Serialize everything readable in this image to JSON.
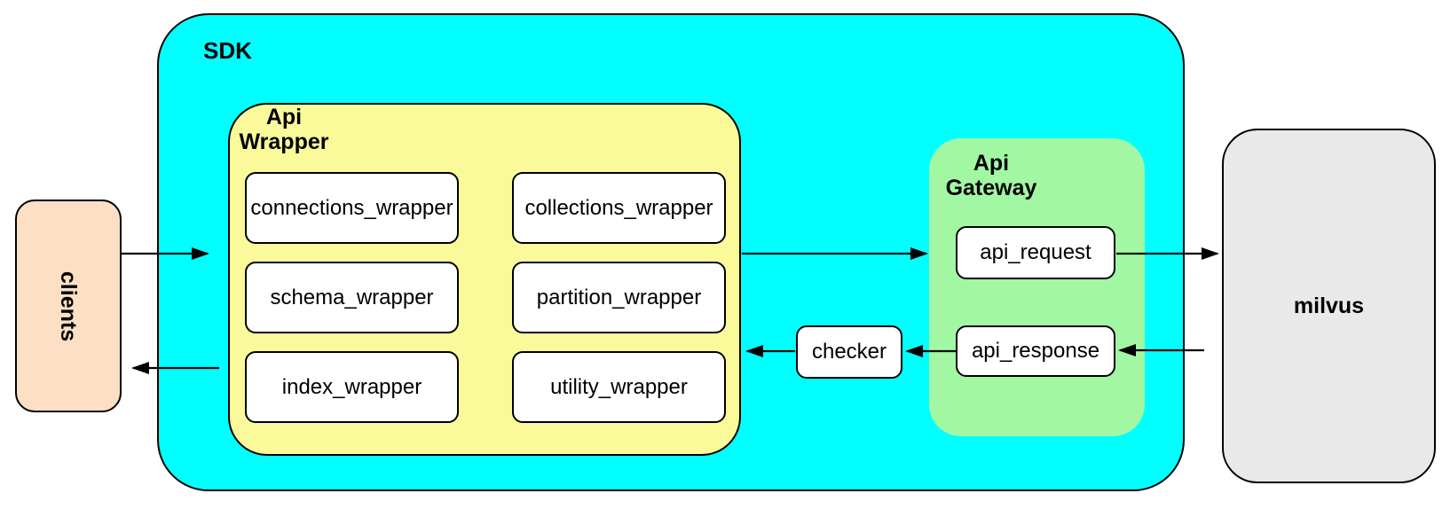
{
  "sdk": {
    "label": "SDK",
    "fill": "#00FFFF"
  },
  "api_wrapper": {
    "label": "Api\nWrapper",
    "fill": "#FAFA9B",
    "items": [
      {
        "label": "connections_wrapper"
      },
      {
        "label": "schema_wrapper"
      },
      {
        "label": "index_wrapper"
      },
      {
        "label": "collections_wrapper"
      },
      {
        "label": "partition_wrapper"
      },
      {
        "label": "utility_wrapper"
      }
    ]
  },
  "api_gateway": {
    "label": "Api\nGateway",
    "fill": "#A2F8A2",
    "request_label": "api_request",
    "response_label": "api_response"
  },
  "checker": {
    "label": "checker"
  },
  "clients": {
    "label": "clients",
    "fill": "#FCDFC4"
  },
  "milvus": {
    "label": "milvus",
    "fill": "#E9E9E9"
  },
  "colors": {
    "border": "#000000",
    "node_fill": "#FFFFFF",
    "arrow": "#000000"
  }
}
